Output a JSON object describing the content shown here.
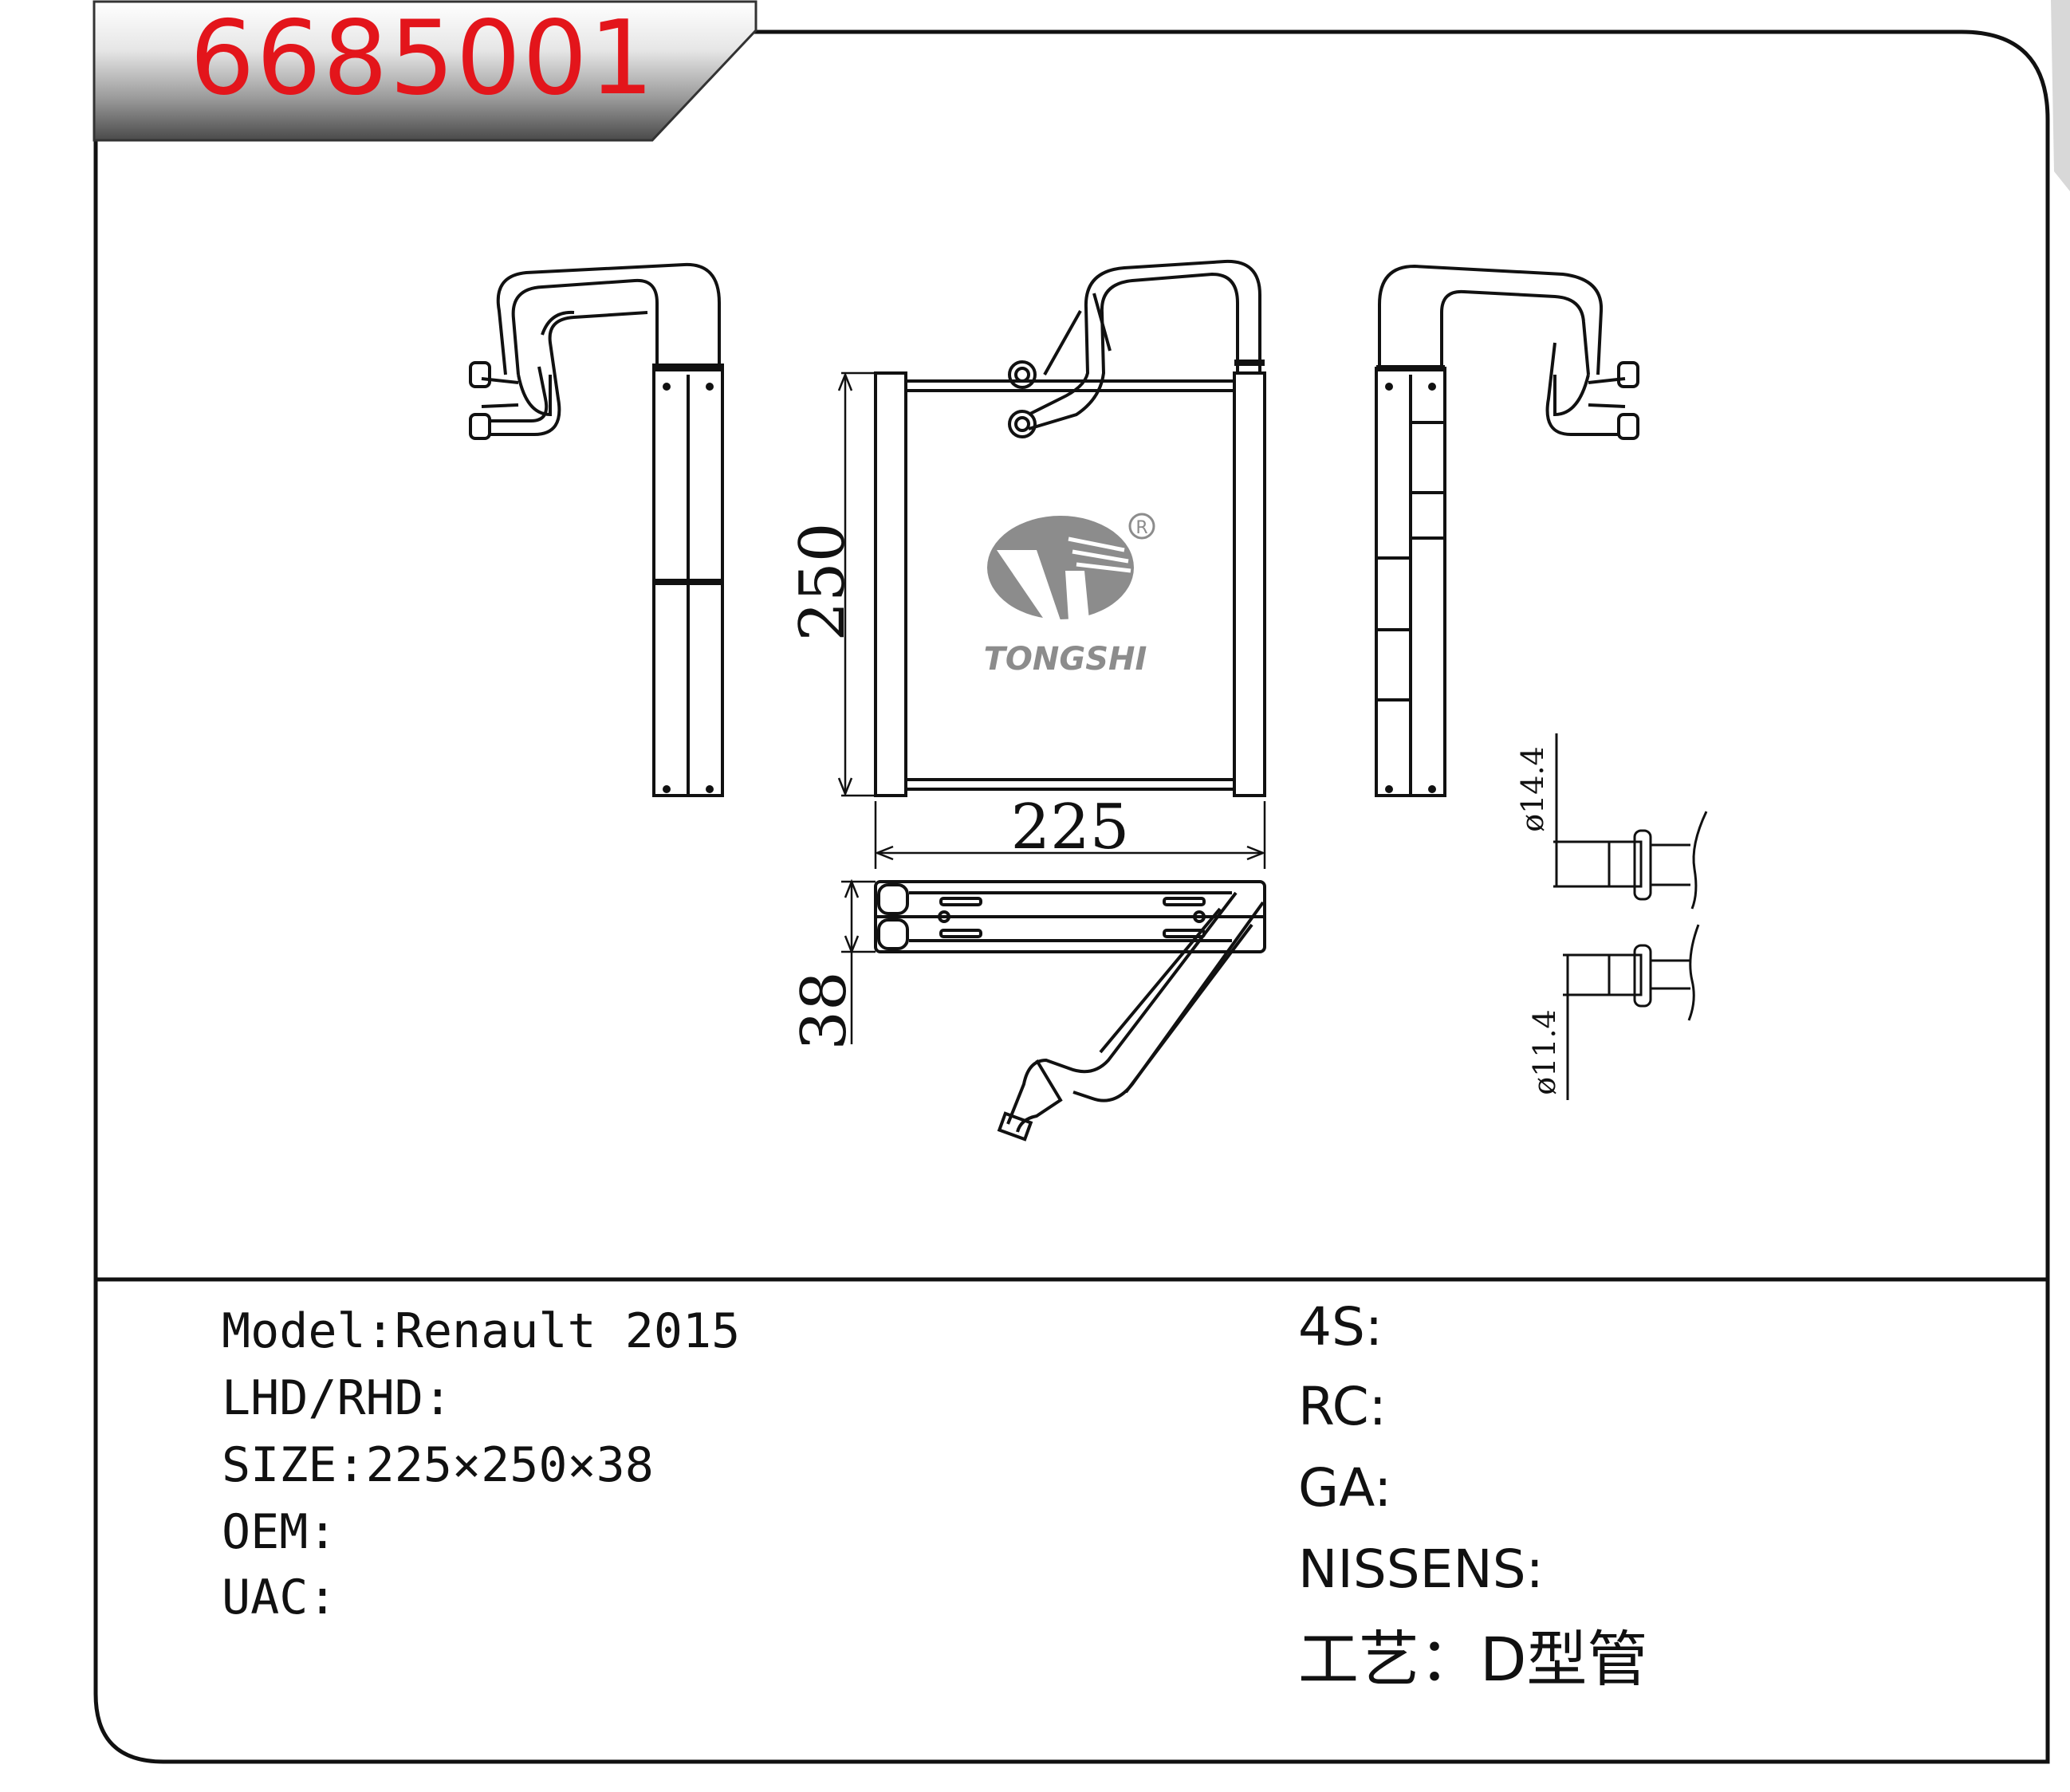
{
  "header": {
    "part_number": "6685001"
  },
  "drawing": {
    "dimensions": {
      "height": "250",
      "width": "225",
      "depth": "38",
      "pipe_outer": "ø14.4",
      "pipe_inner": "ø11.4"
    },
    "logo": {
      "brand": "TONGSHI",
      "registered_mark": "R"
    }
  },
  "specs": {
    "left": [
      {
        "label": "Model",
        "value": "Renault 2015"
      },
      {
        "label": "LHD/RHD",
        "value": ""
      },
      {
        "label": "SIZE",
        "value": "225×250×38"
      },
      {
        "label": "OEM",
        "value": ""
      },
      {
        "label": "UAC",
        "value": ""
      }
    ],
    "right": [
      {
        "label": "4S",
        "value": ""
      },
      {
        "label": "RC",
        "value": ""
      },
      {
        "label": "GA",
        "value": ""
      },
      {
        "label": "NISSENS",
        "value": ""
      },
      {
        "label": "工艺",
        "value": "D型管"
      }
    ]
  },
  "colors": {
    "part_number": "#e3151b",
    "frame": "#111111",
    "logo": "#8c8c8c"
  }
}
